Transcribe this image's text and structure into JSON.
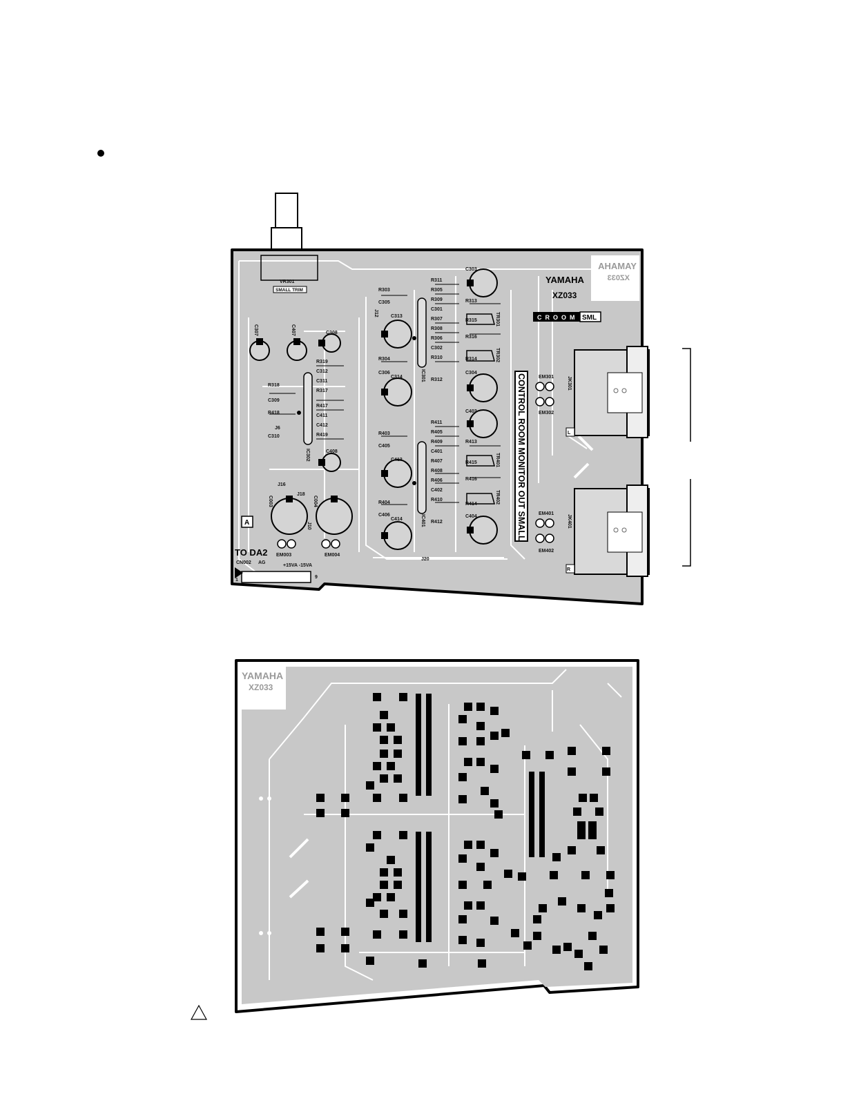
{
  "board": {
    "brand": "YAMAHA",
    "brand_mirrored": "YAMAHA",
    "model": "XZ033",
    "model_mirrored": "XZ033",
    "croom_label": "CROOM",
    "sml_label": "SML",
    "vertical_title": "CONTROL ROOM MONITOR OUT SMALL",
    "to_da2": "TO DA2",
    "cn002": "CN002",
    "ag": "AG",
    "power": "+15VA  -15VA",
    "pin_1": "1",
    "pin_9": "9",
    "vr301": "VR301",
    "small_trim": "SMALL TRIM",
    "jack_l": "L",
    "jack_r": "R",
    "marker_a": "A",
    "refs": {
      "r311": "R311",
      "r305": "R305",
      "r309": "R309",
      "r307": "R307",
      "r308": "R308",
      "r306": "R306",
      "r310": "R310",
      "r312": "R312",
      "r313": "R313",
      "r315": "R315",
      "r316": "R316",
      "r314": "R314",
      "r303": "R303",
      "r304": "R304",
      "r319": "R319",
      "r317": "R317",
      "r318": "R318",
      "r417": "R417",
      "r418": "R418",
      "r419": "R419",
      "r403": "R403",
      "r404": "R404",
      "r411": "R411",
      "r405": "R405",
      "r409": "R409",
      "r407": "R407",
      "r408": "R408",
      "r406": "R406",
      "r410": "R410",
      "r412": "R412",
      "r413": "R413",
      "r415": "R415",
      "r416": "R416",
      "r414": "R414",
      "c303": "C303",
      "c305": "C305",
      "c301": "C301",
      "c302": "C302",
      "c313": "C313",
      "c306": "C306",
      "c314": "C314",
      "c304": "C304",
      "c307": "C307",
      "c407": "C407",
      "c308": "C308",
      "c312": "C312",
      "c311": "C311",
      "c309": "C309",
      "c411": "C411",
      "c412": "C412",
      "c310": "C310",
      "c408": "C408",
      "c403": "C403",
      "c405": "C405",
      "c401": "C401",
      "c413": "C413",
      "c402": "C402",
      "c406": "C406",
      "c414": "C414",
      "c404": "C404",
      "c003": "C003",
      "c004": "C004",
      "ic301": "IC301",
      "ic302": "IC302",
      "ic401": "IC401",
      "tr301": "TR301",
      "tr302": "TR302",
      "tr401": "TR401",
      "tr402": "TR402",
      "em301": "EM301",
      "em302": "EM302",
      "em401": "EM401",
      "em402": "EM402",
      "em003": "EM003",
      "em004": "EM004",
      "jk301": "JK301",
      "jk401": "JK401",
      "j12": "J12",
      "j16": "J16",
      "j6": "J6",
      "j20": "J20",
      "j18": "J18",
      "j10": "J10"
    }
  },
  "colors": {
    "board_fill": "#c8c8c8",
    "board_outline": "#000000",
    "trace": "#ffffff",
    "pad": "#000000"
  },
  "icons": [
    "bullet-icon",
    "caution-triangle-icon"
  ]
}
